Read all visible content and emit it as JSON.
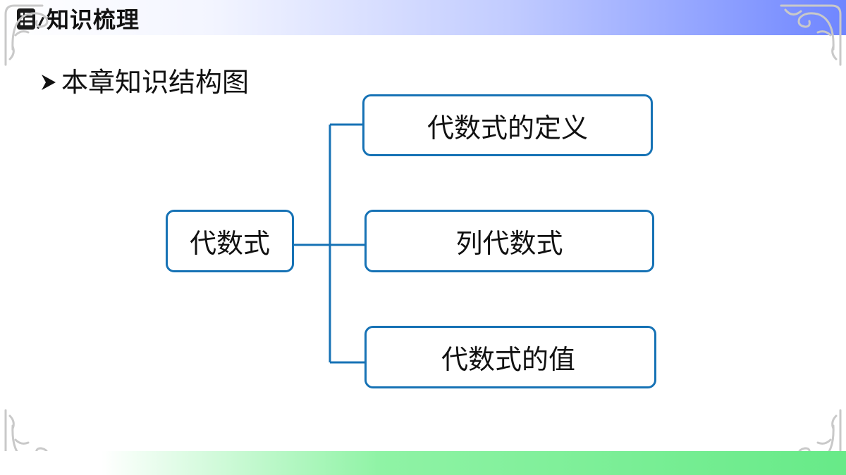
{
  "header": {
    "title": "知识梳理",
    "icon": "list-icon"
  },
  "section": {
    "title": "本章知识结构图",
    "bullet_icon": "arrow-bullet-icon"
  },
  "diagram": {
    "root": "代数式",
    "children": [
      "代数式的定义",
      "列代数式",
      "代数式的值"
    ]
  },
  "colors": {
    "node_border": "#1672b5",
    "header_gradient_end": "#6f86ff",
    "footer_gradient_end": "#67ea88"
  }
}
